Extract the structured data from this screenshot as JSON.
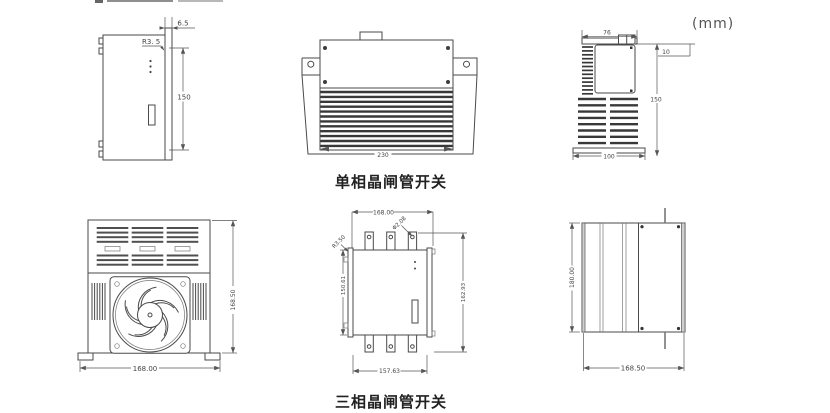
{
  "unit_label": "(mm)",
  "titles": {
    "single_phase": "单相晶闸管开关",
    "three_phase": "三相晶闸管开关"
  },
  "dims": {
    "single_left": {
      "flange_width": "6.5",
      "corner_radius": "R3. 5",
      "height": "150"
    },
    "single_front": {
      "width": "230"
    },
    "single_side": {
      "top_width": "76",
      "flange_offset": "10",
      "height": "150",
      "base_width": "100"
    },
    "three_front": {
      "height": "168.50",
      "width": "168.00"
    },
    "three_side": {
      "top_width": "168.00",
      "hole_dia": "Φ2.08",
      "corner_radius": "R3.50",
      "body_height": "150.61",
      "overall_height": "162.93",
      "bottom_width": "157.63"
    },
    "three_plain": {
      "height": "180.00",
      "width": "168.50"
    }
  },
  "colors": {
    "line": "#4a4a4a",
    "dim_text": "#444444",
    "label_text": "#222222"
  }
}
